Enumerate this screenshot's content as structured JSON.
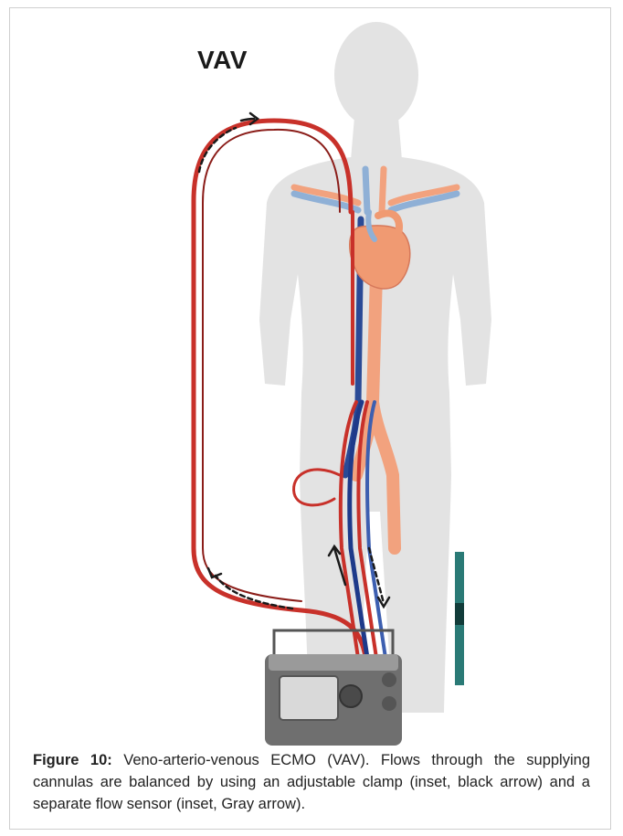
{
  "figure": {
    "label": "VAV",
    "caption": {
      "title": "Figure 10:",
      "text": " Veno-arterio-venous ECMO (VAV). Flows through the supplying cannulas are balanced by using an adjustable clamp (inset, black arrow) and a separate flow sensor (inset, Gray arrow)."
    }
  },
  "colors": {
    "body": "#e3e3e3",
    "artery": "#f2a27e",
    "vein": "#8fb0d6",
    "red_cannula": "#c8312a",
    "blue_cannula": "#2a4a96",
    "machine": "#7a7a7a",
    "inset": "#2a7a76"
  }
}
